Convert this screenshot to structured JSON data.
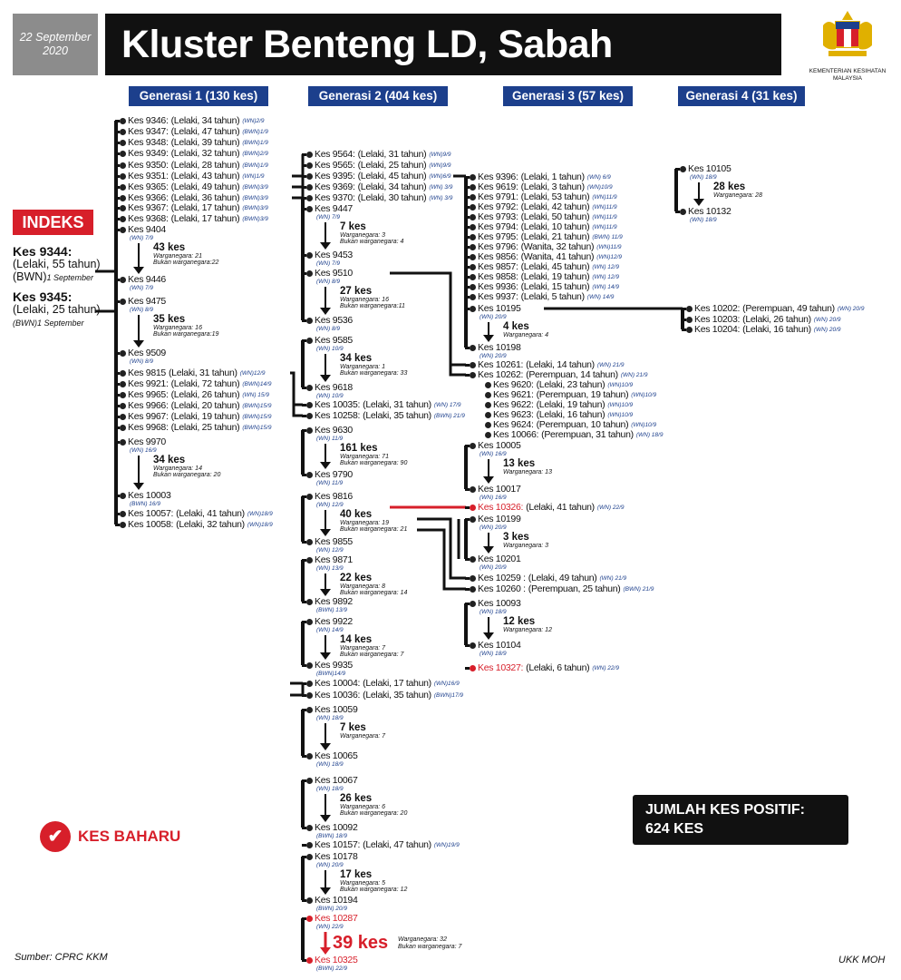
{
  "header": {
    "date": [
      "22 September",
      "2020"
    ],
    "title": "Kluster Benteng LD, Sabah",
    "ministry": "KEMENTERIAN KESIHATAN MALAYSIA"
  },
  "generations": [
    "Generasi 1 (130 kes)",
    "Generasi 2 (404 kes)",
    "Generasi 3 (57 kes)",
    "Generasi 4 (31 kes)"
  ],
  "index": {
    "label": "INDEKS",
    "cases": [
      {
        "kes": "Kes 9344:",
        "detail": "(Lelaki, 55 tahun)",
        "tag": "(BWN)",
        "date": "1 September"
      },
      {
        "kes": "Kes 9345:",
        "detail": "(Lelaki, 25 tahun)",
        "tag": "(BWN)",
        "date": "1 September"
      }
    ]
  },
  "gen1": [
    {
      "t": "row",
      "kes": "Kes 9346:",
      "det": "(Lelaki, 34 tahun)",
      "tag": "(WN)2/9"
    },
    {
      "t": "row",
      "kes": "Kes 9347:",
      "det": "(Lelaki, 47 tahun)",
      "tag": "(BWN)1/9"
    },
    {
      "t": "row",
      "kes": "Kes 9348:",
      "det": "(Lelaki, 39 tahun)",
      "tag": "(BWN)1/9"
    },
    {
      "t": "row",
      "kes": "Kes 9349:",
      "det": "(Lelaki, 32 tahun)",
      "tag": "(BWN)2/9"
    },
    {
      "t": "row",
      "kes": "Kes 9350:",
      "det": "(Lelaki, 28 tahun)",
      "tag": "(BWN)1/9"
    },
    {
      "t": "row",
      "kes": "Kes 9351:",
      "det": "(Lelaki, 43 tahun)",
      "tag": "(WN)1/9"
    },
    {
      "t": "row",
      "kes": "Kes 9365:",
      "det": "(Lelaki, 49 tahun)",
      "tag": "(BWN)3/9"
    },
    {
      "t": "row",
      "kes": "Kes 9366:",
      "det": "(Lelaki, 36 tahun)",
      "tag": "(BWN)3/9"
    },
    {
      "t": "row",
      "kes": "Kes 9367:",
      "det": "(Lelaki, 17 tahun)",
      "tag": "(BWN)3/9"
    },
    {
      "t": "row",
      "kes": "Kes 9368:",
      "det": "(Lelaki, 17 tahun)",
      "tag": "(BWN)3/9"
    },
    {
      "t": "chain",
      "from": "Kes 9404",
      "ftag": "(WN) 7/9",
      "count": "43 kes",
      "notes": [
        "Warganegara: 21",
        "Bukan warganegara:22"
      ],
      "to": "Kes 9446",
      "ttag": "(WN) 7/9"
    },
    {
      "t": "chain",
      "from": "Kes 9475",
      "ftag": "(WN) 8/9",
      "count": "35 kes",
      "notes": [
        "Warganegara: 16",
        "Bukan warganegara:19"
      ],
      "to": "Kes 9509",
      "ttag": "(WN) 8/9"
    },
    {
      "t": "row",
      "kes": "Kes 9815",
      "det": "(Lelaki, 31 tahun)",
      "tag": "(WN)12/9"
    },
    {
      "t": "row",
      "kes": "Kes 9921:",
      "det": "(Lelaki, 72 tahun)",
      "tag": "(BWN)14/9"
    },
    {
      "t": "row",
      "kes": "Kes 9965:",
      "det": "(Lelaki, 26 tahun)",
      "tag": "(WN) 15/9"
    },
    {
      "t": "row",
      "kes": "Kes 9966:",
      "det": "(Lelaki, 20 tahun)",
      "tag": "(BWN)15/9"
    },
    {
      "t": "row",
      "kes": "Kes 9967:",
      "det": "(Lelaki, 19 tahun)",
      "tag": "(BWN)15/9"
    },
    {
      "t": "row",
      "kes": "Kes 9968:",
      "det": "(Lelaki, 25 tahun)",
      "tag": "(BWN)15/9"
    },
    {
      "t": "chain",
      "from": "Kes 9970",
      "ftag": "(WN) 16/9",
      "count": "34 kes",
      "notes": [
        "Warganegara: 14",
        "Bukan warganegara: 20"
      ],
      "to": "Kes 10003",
      "ttag": "(BWN) 16/9"
    },
    {
      "t": "row",
      "kes": "Kes 10057:",
      "det": "(Lelaki, 41 tahun)",
      "tag": "(WN)18/9"
    },
    {
      "t": "row",
      "kes": "Kes 10058:",
      "det": "(Lelaki, 32 tahun)",
      "tag": "(WN)18/9"
    }
  ],
  "gen2": [
    {
      "t": "row",
      "kes": "Kes 9564:",
      "det": "(Lelaki, 31 tahun)",
      "tag": "(WN)9/9"
    },
    {
      "t": "row",
      "kes": "Kes 9565:",
      "det": "(Lelaki, 25 tahun)",
      "tag": "(WN)9/9"
    },
    {
      "t": "row",
      "kes": "Kes 9395:",
      "det": "(Lelaki, 45 tahun)",
      "tag": "(WN)6/9"
    },
    {
      "t": "row",
      "kes": "Kes 9369:",
      "det": "(Lelaki, 34 tahun)",
      "tag": "(WN) 3/9"
    },
    {
      "t": "row",
      "kes": "Kes 9370:",
      "det": "(Lelaki, 30 tahun)",
      "tag": "(WN) 3/9"
    },
    {
      "t": "chain",
      "from": "Kes 9447",
      "ftag": "(WN) 7/9",
      "count": "7 kes",
      "notes": [
        "Warganegara: 3",
        "Bukan warganegara: 4"
      ],
      "to": "Kes 9453",
      "ttag": "(WN) 7/9"
    },
    {
      "t": "chain",
      "from": "Kes 9510",
      "ftag": "(WN) 8/9",
      "count": "27 kes",
      "notes": [
        "Warganegara: 16",
        "Bukan warganegara:11"
      ],
      "to": "Kes 9536",
      "ttag": "(WN) 8/9"
    },
    {
      "t": "chain",
      "from": "Kes 9585",
      "ftag": "(WN) 10/9",
      "count": "34 kes",
      "notes": [
        "Warganegara: 1",
        "Bukan warganegara: 33"
      ],
      "to": "Kes 9618",
      "ttag": "(WN) 10/9"
    },
    {
      "t": "row",
      "kes": "Kes 10035:",
      "det": "(Lelaki, 31 tahun)",
      "tag": "(WN) 17/9"
    },
    {
      "t": "row",
      "kes": "Kes 10258:",
      "det": "(Lelaki, 35 tahun)",
      "tag": "(BWN) 21/9"
    },
    {
      "t": "chain",
      "from": "Kes 9630",
      "ftag": "(WN) 11/9",
      "count": "161 kes",
      "notes": [
        "Warganegara: 71",
        "Bukan warganegara: 90"
      ],
      "to": "Kes 9790",
      "ttag": "(WN) 11/9"
    },
    {
      "t": "chain",
      "from": "Kes 9816",
      "ftag": "(WN) 12/9",
      "count": "40 kes",
      "notes": [
        "Warganegara: 19",
        "Bukan warganegara: 21"
      ],
      "to": "Kes 9855",
      "ttag": "(WN) 12/9"
    },
    {
      "t": "chain",
      "from": "Kes 9871",
      "ftag": "(WN) 13/9",
      "count": "22 kes",
      "notes": [
        "Warganegara: 8",
        "Bukan warganegara: 14"
      ],
      "to": "Kes 9892",
      "ttag": "(BWN) 13/9"
    },
    {
      "t": "chain",
      "from": "Kes 9922",
      "ftag": "(WN) 14/9",
      "count": "14 kes",
      "notes": [
        "Warganegara: 7",
        "Bukan warganegara: 7"
      ],
      "to": "Kes 9935",
      "ttag": "(BWN)14/9"
    },
    {
      "t": "row",
      "kes": "Kes 10004:",
      "det": "(Lelaki, 17 tahun)",
      "tag": "(WN)16/9"
    },
    {
      "t": "row",
      "kes": "Kes 10036:",
      "det": "(Lelaki, 35 tahun)",
      "tag": "(BWN)17/9"
    },
    {
      "t": "chain",
      "from": "Kes 10059",
      "ftag": "(WN) 18/9",
      "count": "7 kes",
      "notes": [
        "Warganegara: 7"
      ],
      "to": "Kes 10065",
      "ttag": "(WN) 18/9"
    },
    {
      "t": "chain",
      "from": "Kes 10067",
      "ftag": "(WN) 18/9",
      "count": "26 kes",
      "notes": [
        "Warganegara: 6",
        "Bukan warganegara: 20"
      ],
      "to": "Kes 10092",
      "ttag": "(BWN) 18/9"
    },
    {
      "t": "row",
      "kes": "Kes 10157:",
      "det": "(Lelaki, 47 tahun)",
      "tag": "(WN)19/9"
    },
    {
      "t": "chain",
      "from": "Kes 10178",
      "ftag": "(WN) 20/9",
      "count": "17 kes",
      "notes": [
        "Warganegara: 5",
        "Bukan warganegara: 12"
      ],
      "to": "Kes 10194",
      "ttag": "(BWN) 20/9"
    },
    {
      "t": "chain",
      "red": true,
      "from": "Kes 10287",
      "ftag": "(WN) 22/9",
      "count": "39 kes",
      "notes": [
        "Warganegara: 32",
        "Bukan warganegara: 7"
      ],
      "to": "Kes 10325",
      "ttag": "(BWN) 22/9"
    }
  ],
  "gen3": [
    {
      "t": "row",
      "kes": "Kes 9396:",
      "det": "(Lelaki, 1 tahun)",
      "tag": "(WN) 6/9"
    },
    {
      "t": "row",
      "kes": "Kes 9619:",
      "det": "(Lelaki, 3 tahun)",
      "tag": "(WN)10/9"
    },
    {
      "t": "row",
      "kes": "Kes 9791:",
      "det": "(Lelaki, 53 tahun)",
      "tag": "(WN)11/9"
    },
    {
      "t": "row",
      "kes": "Kes 9792:",
      "det": "(Lelaki, 42 tahun)",
      "tag": "(WN)11/9"
    },
    {
      "t": "row",
      "kes": "Kes 9793:",
      "det": "(Lelaki, 50 tahun)",
      "tag": "(WN)11/9"
    },
    {
      "t": "row",
      "kes": "Kes 9794:",
      "det": "(Lelaki, 10 tahun)",
      "tag": "(WN)11/9"
    },
    {
      "t": "row",
      "kes": "Kes 9795:",
      "det": "(Lelaki, 21 tahun)",
      "tag": "(BWN) 11/9"
    },
    {
      "t": "row",
      "kes": "Kes 9796:",
      "det": "(Wanita, 32 tahun)",
      "tag": "(WN)11/9"
    },
    {
      "t": "row",
      "kes": "Kes 9856:",
      "det": "(Wanita, 41 tahun)",
      "tag": "(WN)12/9"
    },
    {
      "t": "row",
      "kes": "Kes 9857:",
      "det": "(Lelaki, 45 tahun)",
      "tag": "(WN) 12/9"
    },
    {
      "t": "row",
      "kes": "Kes 9858:",
      "det": "(Lelaki, 19 tahun)",
      "tag": "(WN) 12/9"
    },
    {
      "t": "row",
      "kes": "Kes 9936:",
      "det": "(Lelaki, 15 tahun)",
      "tag": "(WN) 14/9"
    },
    {
      "t": "row",
      "kes": "Kes 9937:",
      "det": "(Lelaki, 5 tahun)",
      "tag": "(WN) 14/9"
    },
    {
      "t": "chain",
      "from": "Kes 10195",
      "ftag": "(WN) 20/9",
      "count": "4 kes",
      "notes": [
        "Warganegara: 4"
      ],
      "to": "Kes 10198",
      "ttag": "(WN) 20/9"
    },
    {
      "t": "row",
      "kes": "Kes 10261:",
      "det": "(Lelaki, 14 tahun)",
      "tag": "(WN) 21/9"
    },
    {
      "t": "row",
      "kes": "Kes 10262:",
      "det": "(Perempuan, 14 tahun)",
      "tag": "(WN) 21/9"
    },
    {
      "t": "row",
      "kes": "Kes 9620:",
      "det": "(Lelaki, 23 tahun)",
      "tag": "(WN)10/9"
    },
    {
      "t": "row",
      "kes": "Kes 9621:",
      "det": "(Perempuan, 19 tahun)",
      "tag": "(WN)10/9"
    },
    {
      "t": "row",
      "kes": "Kes 9622:",
      "det": "(Lelaki, 19 tahun)",
      "tag": "(WN)10/9"
    },
    {
      "t": "row",
      "kes": "Kes 9623:",
      "det": "(Lelaki, 16 tahun)",
      "tag": "(WN)10/9"
    },
    {
      "t": "row",
      "kes": "Kes 9624:",
      "det": "(Perempuan, 10 tahun)",
      "tag": "(WN)10/9"
    },
    {
      "t": "row",
      "kes": "Kes 10066:",
      "det": "(Perempuan, 31 tahun)",
      "tag": "(WN) 18/9"
    },
    {
      "t": "chain",
      "from": "Kes 10005",
      "ftag": "(WN) 16/9",
      "count": "13 kes",
      "notes": [
        "Warganegara: 13"
      ],
      "to": "Kes 10017",
      "ttag": "(WN) 16/9"
    },
    {
      "t": "row",
      "red": true,
      "kes": "Kes 10326:",
      "det": "(Lelaki, 41 tahun)",
      "tag": "(WN) 22/9"
    },
    {
      "t": "chain",
      "from": "Kes 10199",
      "ftag": "(WN) 20/9",
      "count": "3 kes",
      "notes": [
        "Warganegara: 3"
      ],
      "to": "Kes 10201",
      "ttag": "(WN) 20/9"
    },
    {
      "t": "row",
      "kes": "Kes 10259 :",
      "det": "(Lelaki, 49 tahun)",
      "tag": "(WN) 21/9"
    },
    {
      "t": "row",
      "kes": "Kes 10260 :",
      "det": "(Perempuan, 25 tahun)",
      "tag": "(BWN) 21/9"
    },
    {
      "t": "chain",
      "from": "Kes 10093",
      "ftag": "(WN) 18/9",
      "count": "12 kes",
      "notes": [
        "Warganegara: 12"
      ],
      "to": "Kes 10104",
      "ttag": "(WN) 18/9"
    },
    {
      "t": "row",
      "red": true,
      "kes": "Kes 10327:",
      "det": "(Lelaki, 6 tahun)",
      "tag": "(WN) 22/9"
    }
  ],
  "gen4": [
    {
      "t": "chain",
      "from": "Kes 10105",
      "ftag": "(WN) 18/9",
      "count": "28 kes",
      "notes": [
        "Warganegara: 28"
      ],
      "to": "Kes 10132",
      "ttag": "(WN) 18/9"
    },
    {
      "t": "row",
      "kes": "Kes 10202:",
      "det": "(Perempuan, 49 tahun)",
      "tag": "(WN) 20/9"
    },
    {
      "t": "row",
      "kes": "Kes 10203:",
      "det": "(Lelaki, 26 tahun)",
      "tag": "(WN) 20/9"
    },
    {
      "t": "row",
      "kes": "Kes 10204:",
      "det": "(Lelaki, 16 tahun)",
      "tag": "(WN) 20/9"
    }
  ],
  "legend": {
    "new_case": "KES BAHARU"
  },
  "total": [
    "JUMLAH KES POSITIF:",
    "624 KES"
  ],
  "footer": {
    "source": "Sumber: CPRC KKM",
    "credit": "UKK MOH"
  },
  "colors": {
    "red": "#d71f2a",
    "blue": "#1c3f8c",
    "black": "#111111"
  }
}
